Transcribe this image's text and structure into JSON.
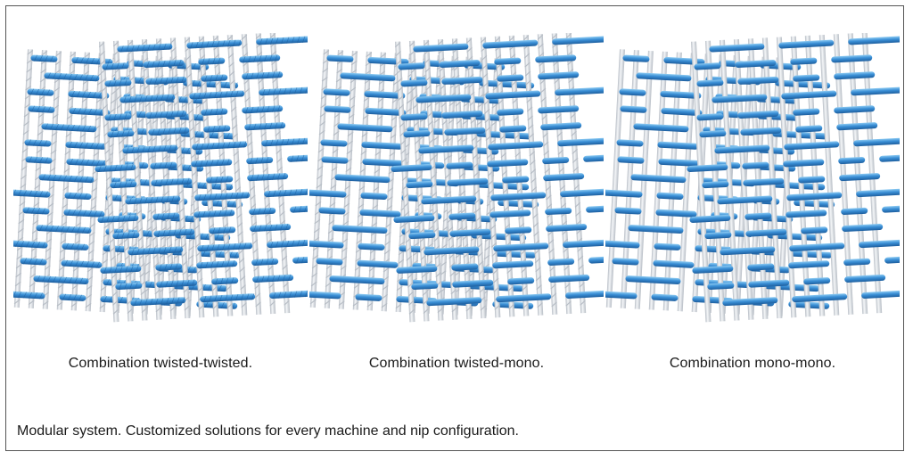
{
  "panels": [
    {
      "caption": "Combination twisted-twisted.",
      "warp_type": "twisted",
      "weft_type": "twisted"
    },
    {
      "caption": "Combination twisted-mono.",
      "warp_type": "twisted",
      "weft_type": "mono"
    },
    {
      "caption": "Combination mono-mono.",
      "warp_type": "mono",
      "weft_type": "mono"
    }
  ],
  "footer": "Modular system. Customized solutions for every machine and nip configuration.",
  "colors": {
    "weft_blue": "#3a8fd6",
    "weft_blue_light": "#8ccaf2",
    "weft_blue_dark": "#1d5e9e",
    "warp_white": "#f4f6f8",
    "warp_shade": "#b8bec6",
    "frame": "#555555"
  }
}
